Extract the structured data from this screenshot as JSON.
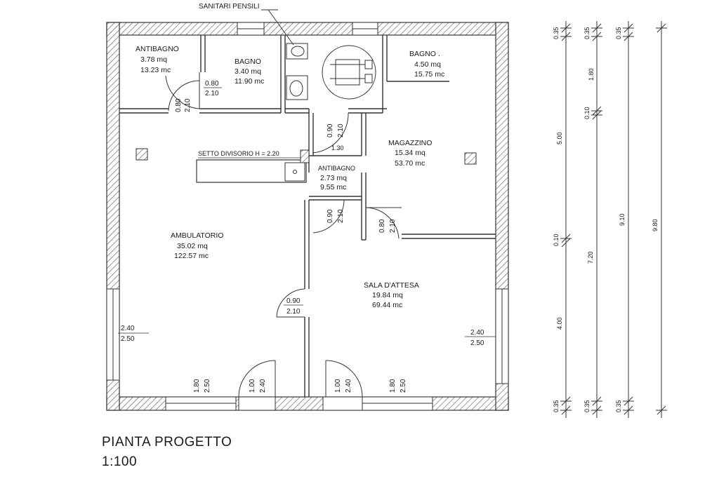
{
  "header": {
    "note": "SANITARI PENSILI"
  },
  "rooms": {
    "antibagno1": {
      "name": "ANTIBAGNO",
      "area": "3.78 mq",
      "volume": "13.23 mc"
    },
    "bagno1": {
      "name": "BAGNO",
      "area": "3.40 mq",
      "volume": "11.90 mc"
    },
    "bagno2": {
      "name": "BAGNO .",
      "area": "4.50 mq",
      "volume": "15.75 mc"
    },
    "magazzino": {
      "name": "MAGAZZINO",
      "area": "15.34 mq",
      "volume": "53.70 mc"
    },
    "antibagno2": {
      "name": "ANTIBAGNO",
      "area": "2.73 mq",
      "volume": "9.55 mc"
    },
    "ambulatorio": {
      "name": "AMBULATORIO",
      "area": "35.02 mq",
      "volume": "122.57 mc"
    },
    "sala": {
      "name": "SALA D'ATTESA",
      "area": "19.84 mq",
      "volume": "69.44 mc"
    }
  },
  "partition": "SETTO DIVISORIO  H = 2.20",
  "doors": {
    "d1": [
      "0.80",
      "2.10"
    ],
    "d2": [
      "0.80",
      "2.10"
    ],
    "d3": [
      "0.90",
      "2.10"
    ],
    "d4": [
      "0.90",
      "2.10"
    ],
    "d5": [
      "0.80",
      "2.10"
    ],
    "d6": [
      "0.90",
      "2.10"
    ],
    "entrance_left": [
      "1.00",
      "2.40"
    ],
    "entrance_right": [
      "1.00",
      "2.40"
    ]
  },
  "windows": {
    "left": [
      "2.40",
      "2.50"
    ],
    "right": [
      "2.40",
      "2.50"
    ],
    "bottom_left": [
      "1.80",
      "2.50"
    ],
    "bottom_right": [
      "1.80",
      "2.50"
    ]
  },
  "corridor_width": "1.30",
  "dimension_lines": {
    "col1": [
      "0.35",
      "5.00",
      "0.10",
      "4.00",
      "0.35"
    ],
    "col2": [
      "0.35",
      "1.80",
      "0.10",
      "7.20",
      "0.35"
    ],
    "col3": [
      "0.35",
      "9.10",
      "0.35"
    ],
    "col4": [
      "9.80"
    ]
  },
  "caption": {
    "title": "PIANTA PROGETTO",
    "scale": "1:100"
  }
}
